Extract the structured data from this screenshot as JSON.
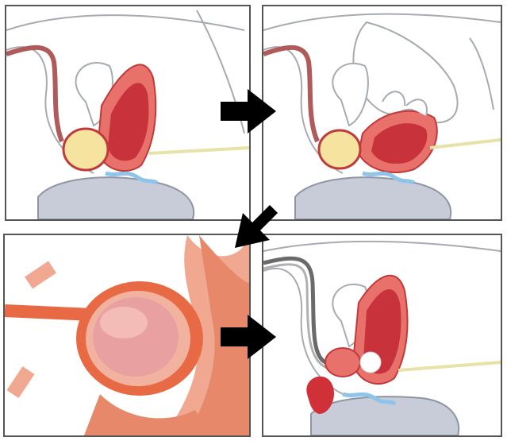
{
  "diagram": {
    "panels": [
      {
        "id": "step-1",
        "content": "sagittal-pelvis-enlarged-prostate"
      },
      {
        "id": "step-2",
        "content": "sagittal-pelvis-digital-examination"
      },
      {
        "id": "step-3",
        "content": "bladder-prostate-closeup"
      },
      {
        "id": "step-4",
        "content": "sagittal-pelvis-catheter-procedure"
      }
    ],
    "arrows": [
      "step-1-to-step-2",
      "step-2-to-step-3",
      "step-3-to-step-4"
    ],
    "colors": {
      "outline": "#9aa0a6",
      "bladder_fill": "#e8716b",
      "bladder_dark": "#c8323a",
      "prostate_fill": "#f6e3a0",
      "bone_fill": "#c7cbd6",
      "urethra": "#b05a5a",
      "duct": "#e8e4b0",
      "seminal": "#9ac8e8",
      "catheter": "#6a6a6a",
      "closeup_bg": "#f7d0c0",
      "closeup_main": "#e86a45",
      "arrow": "#000000"
    }
  }
}
